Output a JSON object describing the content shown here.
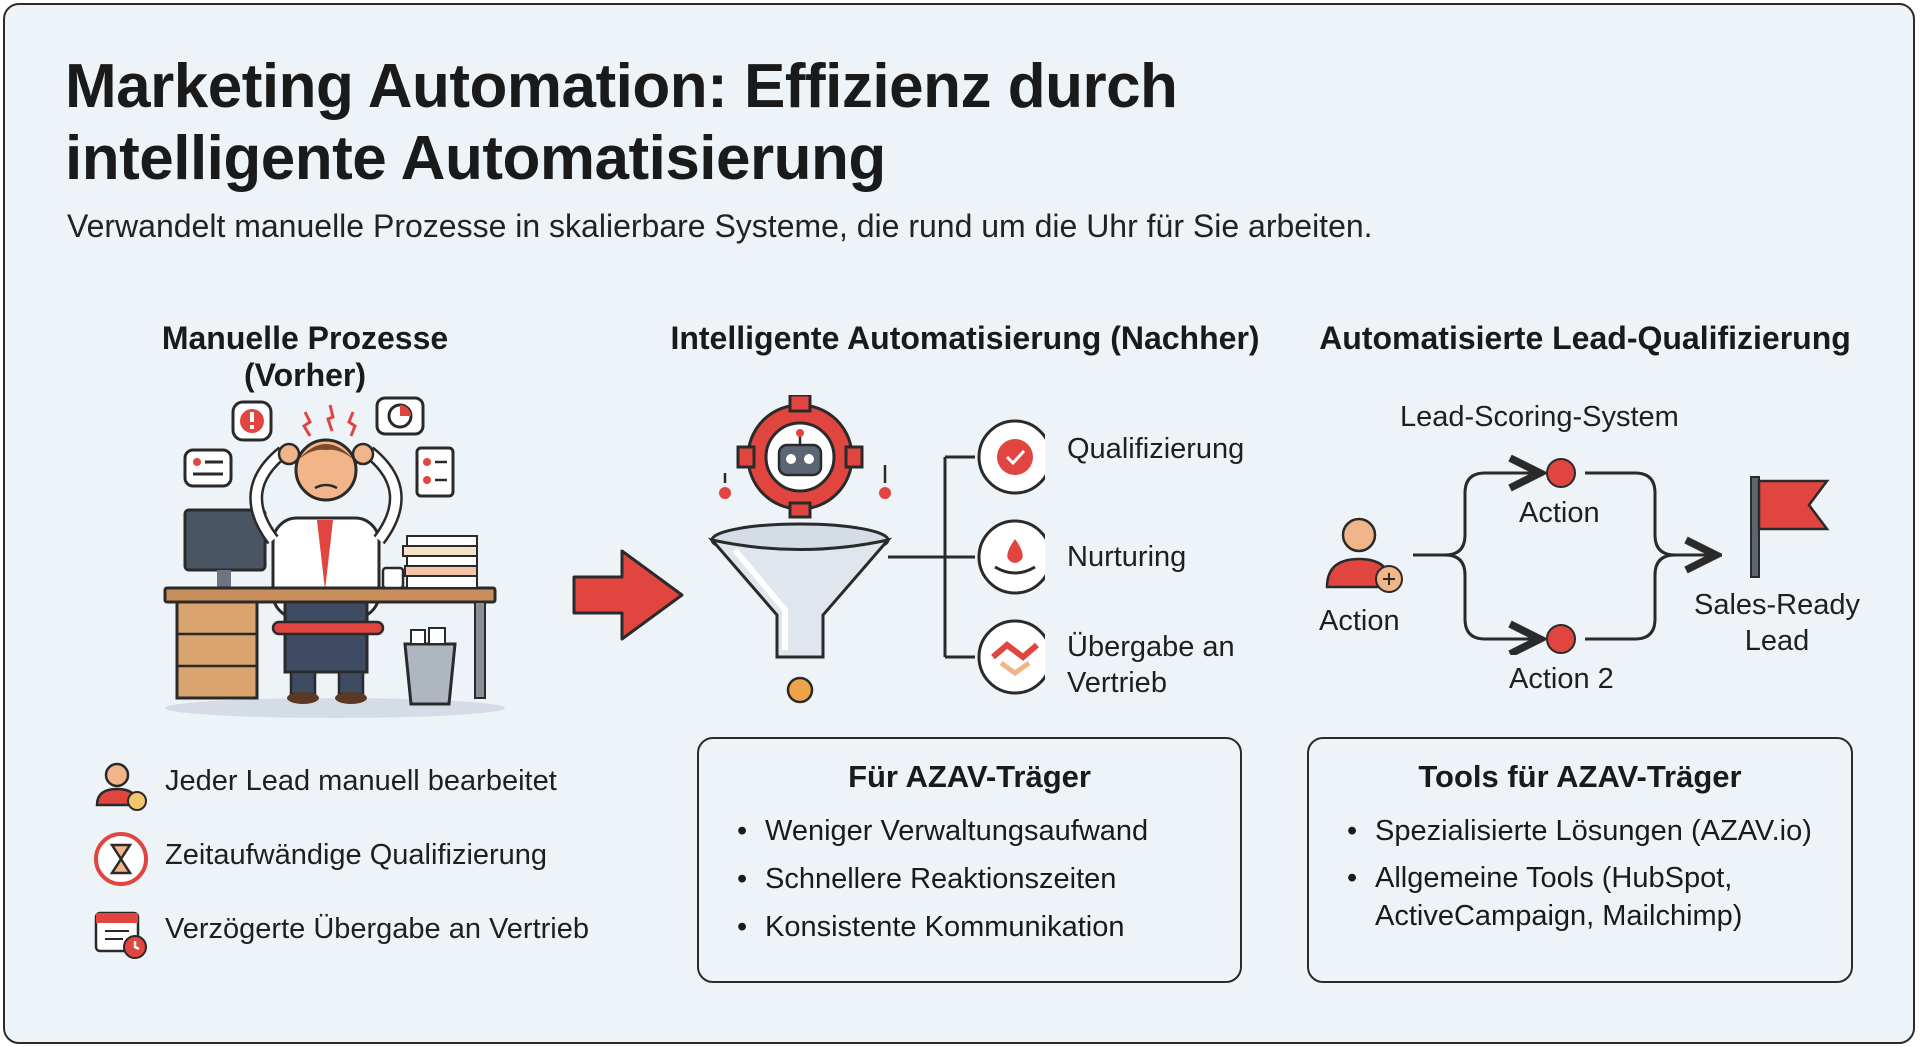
{
  "title_line1": "Marketing Automation: Effizienz durch",
  "title_line2": "intelligente Automatisierung",
  "subtitle": "Verwandelt manuelle Prozesse in skalierbare Systeme, die rund um die Uhr für Sie arbeiten.",
  "colors": {
    "accent": "#e0453f",
    "dark": "#2a2a2a",
    "background": "#eef3f8",
    "skin": "#f2b58a"
  },
  "manual": {
    "heading": "Manuelle Prozesse (Vorher)",
    "items": [
      {
        "icon": "user-alert-icon",
        "text": "Jeder Lead manuell bearbeitet"
      },
      {
        "icon": "hourglass-icon",
        "text": "Zeitaufwändige Qualifizierung"
      },
      {
        "icon": "calendar-clock-icon",
        "text": "Verzögerte Übergabe an Vertrieb"
      }
    ]
  },
  "automation": {
    "heading": "Intelligente Automatisierung (Nachher)",
    "outputs": [
      {
        "icon": "gear-check-icon",
        "label": "Qualifizierung"
      },
      {
        "icon": "hand-drop-icon",
        "label": "Nurturing"
      },
      {
        "icon": "handshake-icon",
        "label_line1": "Übergabe an",
        "label_line2": "Vertrieb"
      }
    ],
    "box": {
      "title": "Für AZAV-Träger",
      "items": [
        "Weniger Verwaltungsaufwand",
        "Schnellere Reaktionszeiten",
        "Konsistente Kommunikation"
      ]
    }
  },
  "lead": {
    "heading": "Automatisierte Lead-Qualifizierung",
    "system_label": "Lead-Scoring-System",
    "start_label": "Action",
    "top_label": "Action",
    "bottom_label": "Action 2",
    "end_line1": "Sales-Ready",
    "end_line2": "Lead",
    "box": {
      "title": "Tools für AZAV-Träger",
      "items": [
        {
          "line1": "Spezialisierte Lösungen (AZAV.io)"
        },
        {
          "line1": "Allgemeine Tools (HubSpot,",
          "line2": "ActiveCampaign, Mailchimp)"
        }
      ]
    }
  }
}
